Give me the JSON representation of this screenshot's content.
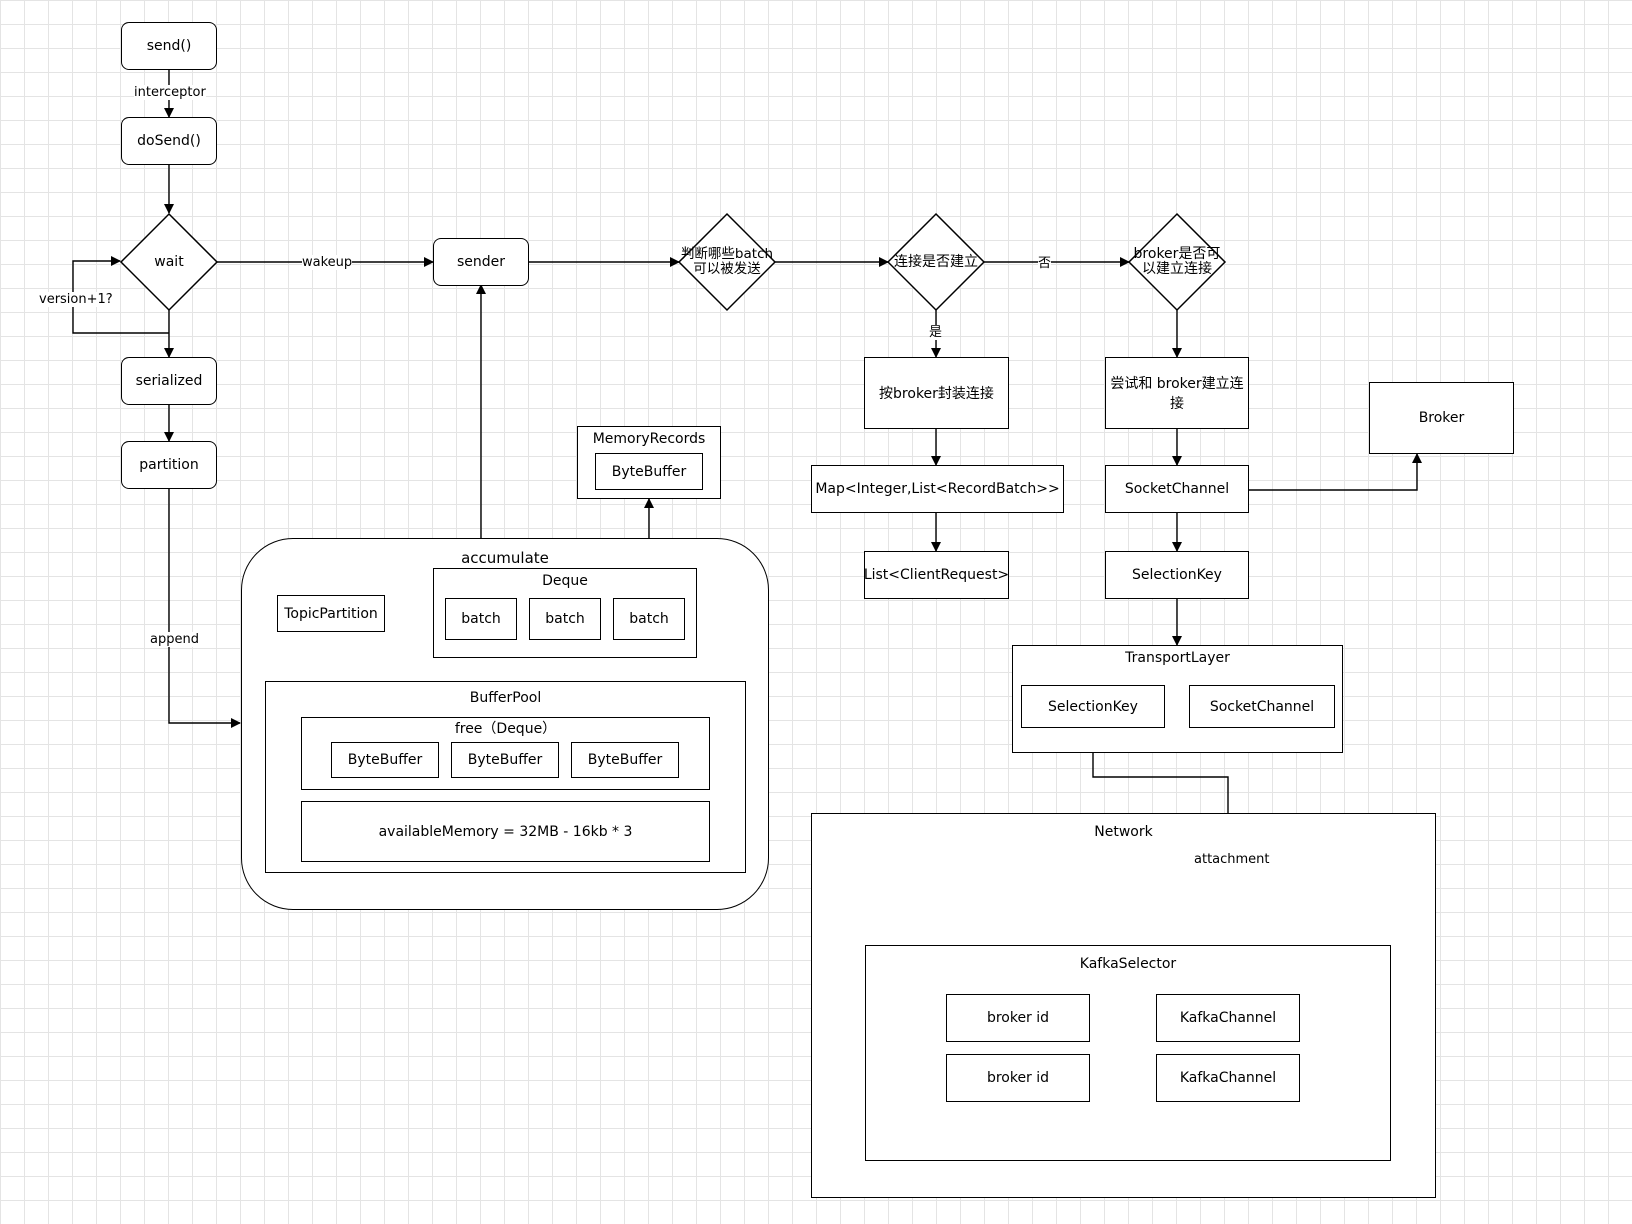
{
  "nodes": {
    "send": "send()",
    "dosend": "doSend()",
    "wait": "wait",
    "sender": "sender",
    "judge": "判断哪些batch\n可以被发送",
    "conn_established": "连接是否建立",
    "broker_connectable": "broker是否可\n以建立连接",
    "serialized": "serialized",
    "partition": "partition",
    "pack_by_broker": "按broker封装连接",
    "try_connect": "尝试和 broker建立连接",
    "broker": "Broker",
    "memory_records": "MemoryRecords",
    "bytebuffer_mem": "ByteBuffer",
    "map_batch": "Map<Integer,List<RecordBatch>>",
    "socket_channel": "SocketChannel",
    "list_client_request": "List<ClientRequest>",
    "selection_key": "SelectionKey",
    "transport_layer": "TransportLayer",
    "tl_selection_key": "SelectionKey",
    "tl_socket_channel": "SocketChannel",
    "accumulate": "accumulate",
    "topic_partition": "TopicPartition",
    "deque": "Deque",
    "batch_1": "batch",
    "batch_2": "batch",
    "batch_3": "batch",
    "buffer_pool": "BufferPool",
    "free_deque": "free（Deque）",
    "bytebuffer_1": "ByteBuffer",
    "bytebuffer_2": "ByteBuffer",
    "bytebuffer_3": "ByteBuffer",
    "available_memory": "availableMemory = 32MB - 16kb * 3",
    "network": "Network",
    "kafka_selector": "KafkaSelector",
    "broker_id_1": "broker id",
    "broker_id_2": "broker id",
    "kafka_channel_1": "KafkaChannel",
    "kafka_channel_2": "KafkaChannel"
  },
  "edge_labels": {
    "interceptor": "interceptor",
    "wakeup": "wakeup",
    "version": "version+1?",
    "append": "append",
    "no": "否",
    "yes": "是",
    "attachment": "attachment"
  }
}
